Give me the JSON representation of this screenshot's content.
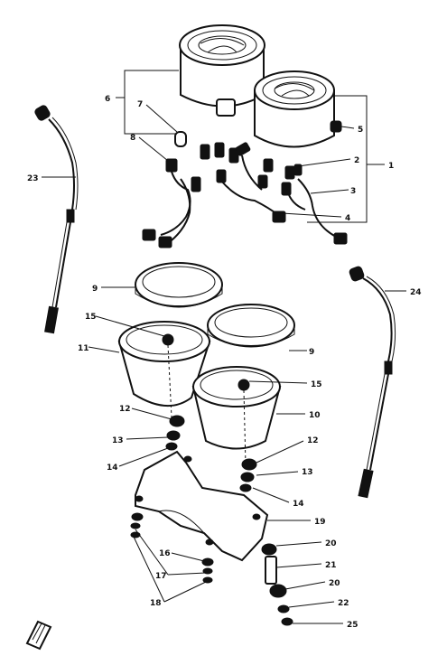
{
  "callouts": [
    {
      "id": "c1",
      "label": "1"
    },
    {
      "id": "c2",
      "label": "2"
    },
    {
      "id": "c3",
      "label": "3"
    },
    {
      "id": "c4",
      "label": "4"
    },
    {
      "id": "c5",
      "label": "5"
    },
    {
      "id": "c6",
      "label": "6"
    },
    {
      "id": "c7",
      "label": "7"
    },
    {
      "id": "c8",
      "label": "8"
    },
    {
      "id": "c9a",
      "label": "9"
    },
    {
      "id": "c9b",
      "label": "9"
    },
    {
      "id": "c10",
      "label": "10"
    },
    {
      "id": "c11",
      "label": "11"
    },
    {
      "id": "c12a",
      "label": "12"
    },
    {
      "id": "c12b",
      "label": "12"
    },
    {
      "id": "c13a",
      "label": "13"
    },
    {
      "id": "c13b",
      "label": "13"
    },
    {
      "id": "c14a",
      "label": "14"
    },
    {
      "id": "c14b",
      "label": "14"
    },
    {
      "id": "c15a",
      "label": "15"
    },
    {
      "id": "c15b",
      "label": "15"
    },
    {
      "id": "c16",
      "label": "16"
    },
    {
      "id": "c17",
      "label": "17"
    },
    {
      "id": "c18",
      "label": "18"
    },
    {
      "id": "c19",
      "label": "19"
    },
    {
      "id": "c20a",
      "label": "20"
    },
    {
      "id": "c20b",
      "label": "20"
    },
    {
      "id": "c21",
      "label": "21"
    },
    {
      "id": "c22",
      "label": "22"
    },
    {
      "id": "c23",
      "label": "23"
    },
    {
      "id": "c24",
      "label": "24"
    },
    {
      "id": "c25",
      "label": "25"
    }
  ]
}
